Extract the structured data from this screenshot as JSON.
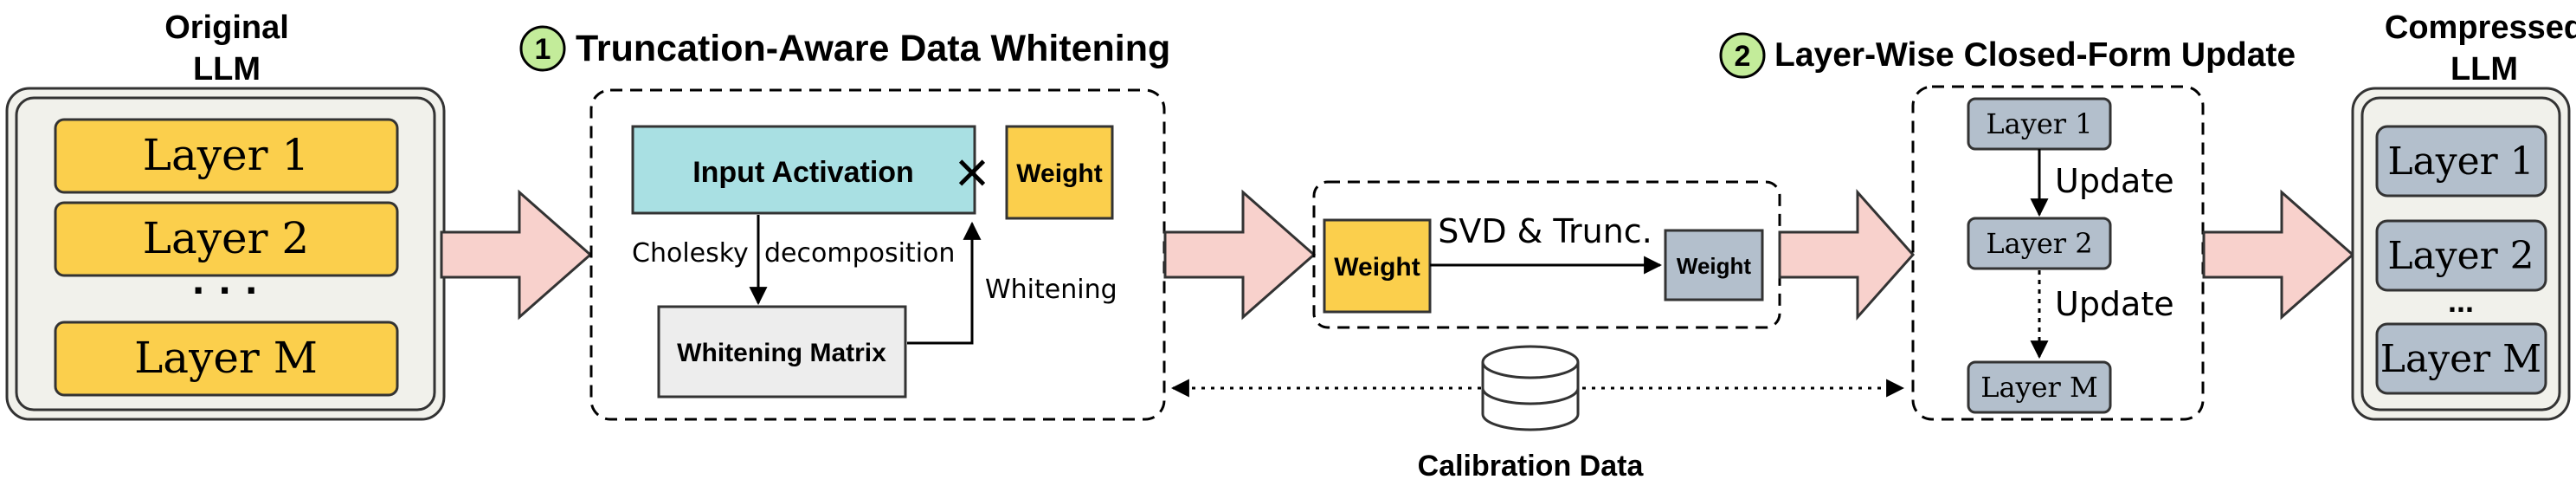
{
  "original_llm": {
    "title_line1": "Original",
    "title_line2": "LLM",
    "layers": [
      "Layer 1",
      "Layer 2",
      "· · ·",
      "Layer M"
    ]
  },
  "step1": {
    "badge": "1",
    "title": "Truncation-Aware Data Whitening",
    "input_activation": "Input Activation",
    "times_symbol": "×",
    "weight": "Weight",
    "cholesky": "Cholesky",
    "decomposition": "decomposition",
    "whitening": "Whitening",
    "whitening_matrix": "Whitening Matrix"
  },
  "svd": {
    "weight_in": "Weight",
    "label": "SVD & Trunc.",
    "weight_out": "Weight"
  },
  "calibration": {
    "label": "Calibration Data"
  },
  "step2": {
    "badge": "2",
    "title": "Layer-Wise Closed-Form Update",
    "layer1": "Layer 1",
    "layer2": "Layer 2",
    "layerM": "Layer M",
    "update1": "Update",
    "update2": "Update"
  },
  "compressed_llm": {
    "title_line1": "Compressed",
    "title_line2": "LLM",
    "layers": [
      "Layer 1",
      "Layer 2",
      "...",
      "Layer M"
    ]
  },
  "colors": {
    "layer_yellow": "#fbcf4c",
    "input_cyan": "#a9e0e3",
    "matrix_gray": "#ededed",
    "slate": "#b3bfcc",
    "arrow_pink": "#f8d1cc",
    "badge_green": "#c3ec9a",
    "container_fill": "#f1f1eb"
  }
}
